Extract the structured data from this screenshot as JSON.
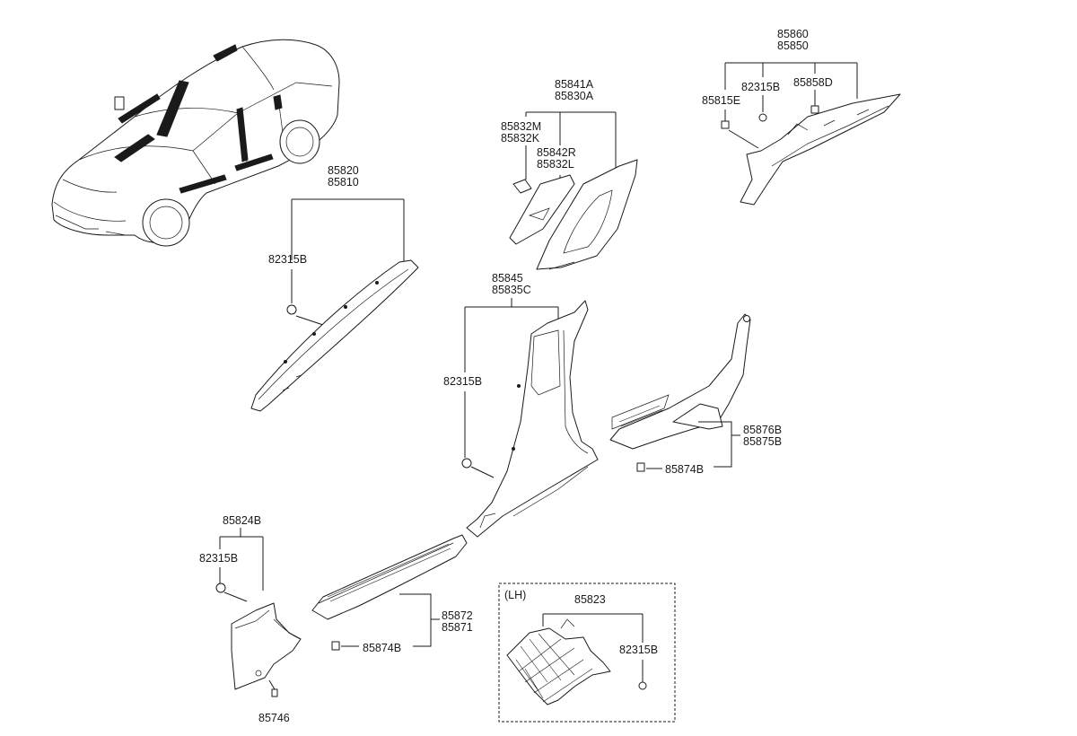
{
  "labels": {
    "p85860": "85860",
    "p85850": "85850",
    "p82315B_tr": "82315B",
    "p85858D": "85858D",
    "p85815E": "85815E",
    "p85841A": "85841A",
    "p85830A": "85830A",
    "p85832M": "85832M",
    "p85832K": "85832K",
    "p85842R": "85842R",
    "p85832L": "85832L",
    "p85820": "85820",
    "p85810": "85810",
    "p82315B_a": "82315B",
    "p85845": "85845",
    "p85835C": "85835C",
    "p82315B_b": "82315B",
    "p85876B": "85876B",
    "p85875B": "85875B",
    "p85874B_r": "85874B",
    "p85824B": "85824B",
    "p82315B_c": "82315B",
    "p85746": "85746",
    "p85872": "85872",
    "p85871": "85871",
    "p85874B_l": "85874B",
    "lh": "(LH)",
    "p85823": "85823",
    "p82315B_d": "82315B"
  }
}
